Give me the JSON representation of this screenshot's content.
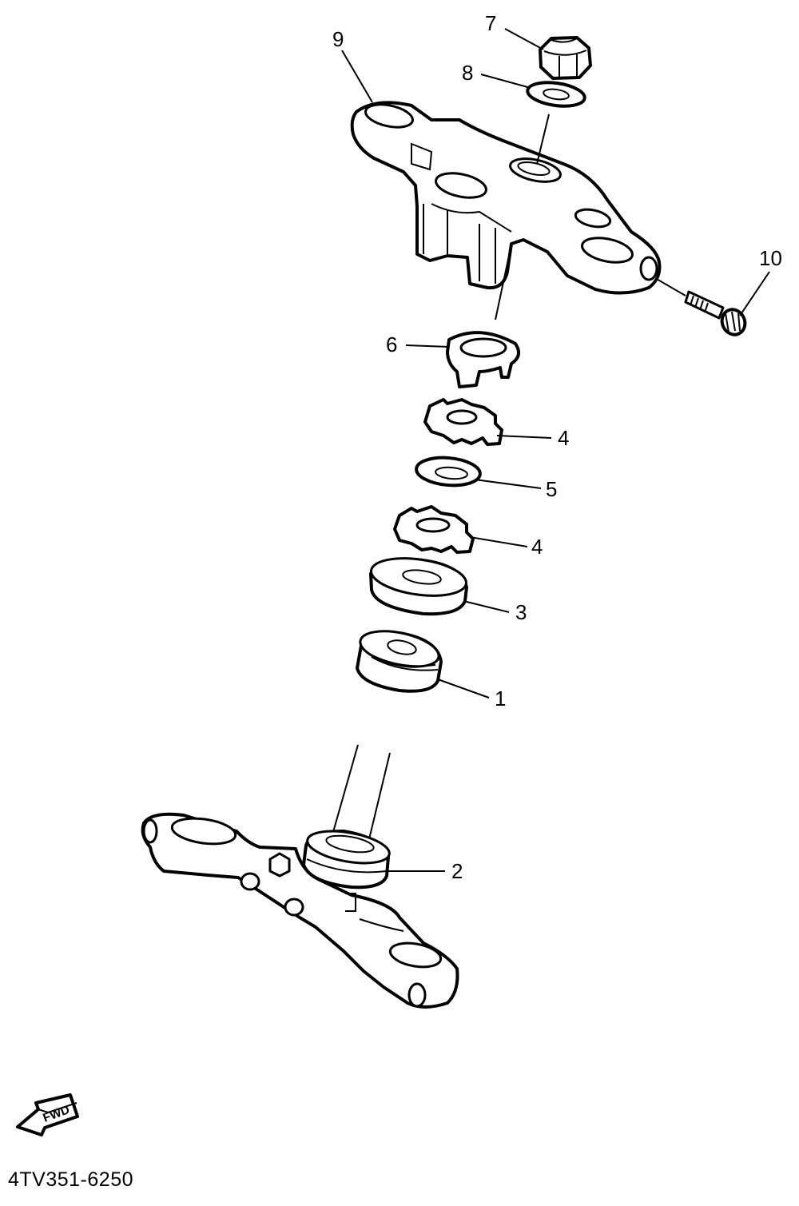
{
  "diagram": {
    "callouts": [
      "1",
      "2",
      "3",
      "4",
      "4",
      "5",
      "6",
      "7",
      "8",
      "9",
      "10"
    ],
    "fwd_label": "FWD",
    "part_code": "4TV351-6250"
  }
}
